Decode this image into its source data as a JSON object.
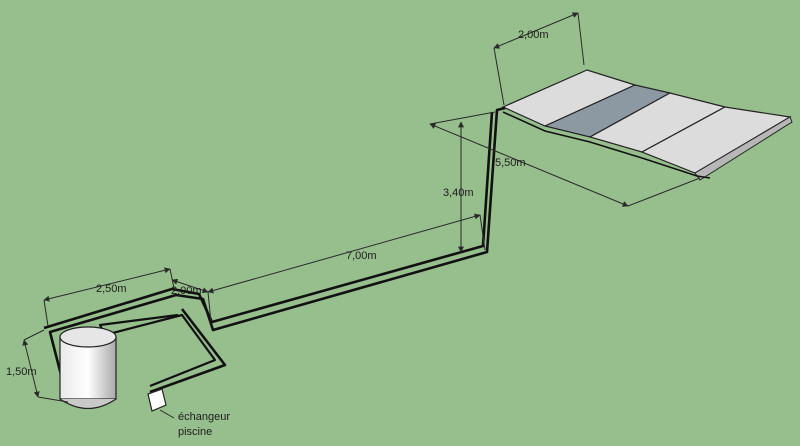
{
  "dimensions": {
    "collector_width": "2,00m",
    "vertical_run": "3,40m",
    "collector_length": "5,50m",
    "long_run": "7,00m",
    "base_top": "2,50m",
    "base_short": "2,00m",
    "base_side": "1,50m"
  },
  "labels": {
    "exchanger_line1": "échangeur",
    "exchanger_line2": "piscine"
  },
  "colors": {
    "background": "#97bf8d",
    "panel_light": "#dcdcdc",
    "panel_dark": "#8c98a2",
    "pipe": "#111111"
  }
}
